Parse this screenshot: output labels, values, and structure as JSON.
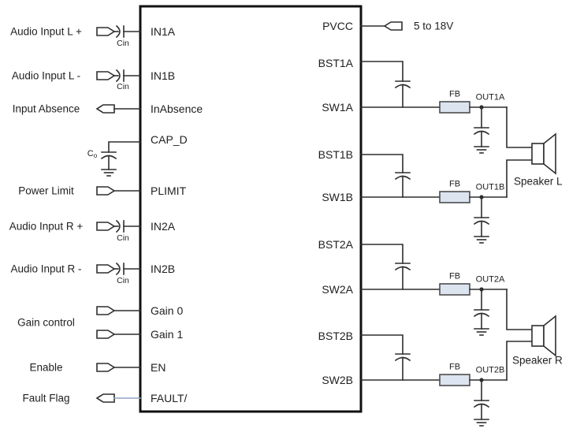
{
  "colors": {
    "wire": "#2e2e2e",
    "chip_border": "#111111",
    "fault_wire": "#8fa6c4",
    "fb_fill": "#dce4f0"
  },
  "left": {
    "labels": [
      "Audio Input L +",
      "Audio Input L -",
      "Input Absence",
      "Power Limit",
      "Audio Input R +",
      "Audio Input R -",
      "Gain control",
      "Enable",
      "Fault Flag"
    ],
    "cin": "Cin",
    "co_main": "C",
    "co_sub": "o"
  },
  "chip": {
    "left_pins": [
      "IN1A",
      "IN1B",
      "InAbsence",
      "CAP_D",
      "PLIMIT",
      "IN2A",
      "IN2B",
      "Gain 0",
      "Gain 1",
      "EN",
      "FAULT/"
    ],
    "right_pins": [
      "PVCC",
      "BST1A",
      "SW1A",
      "BST1B",
      "SW1B",
      "BST2A",
      "SW2A",
      "BST2B",
      "SW2B"
    ]
  },
  "right": {
    "supply": "5 to 18V",
    "fb": "FB",
    "outs": [
      "OUT1A",
      "OUT1B",
      "OUT2A",
      "OUT2B"
    ],
    "speakers": [
      "Speaker L",
      "Speaker R"
    ]
  }
}
